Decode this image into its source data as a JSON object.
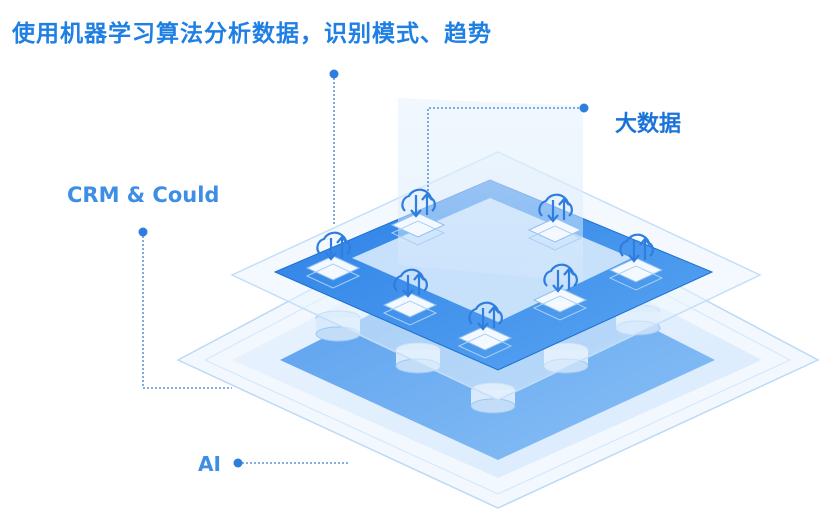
{
  "headline": "使用机器学习算法分析数据，识别模式、趋势",
  "labels": {
    "big_data": "大数据",
    "crm": "CRM & Could",
    "ai": "AI"
  },
  "colors": {
    "primary_blue": "#1f7fe3",
    "chip_blue": "#2f86ea",
    "light_blue": "#cfe4fb",
    "connector": "#3a7ed8"
  },
  "icons": {
    "node": "cloud-sync-icon",
    "storage": "database-stack-icon"
  }
}
